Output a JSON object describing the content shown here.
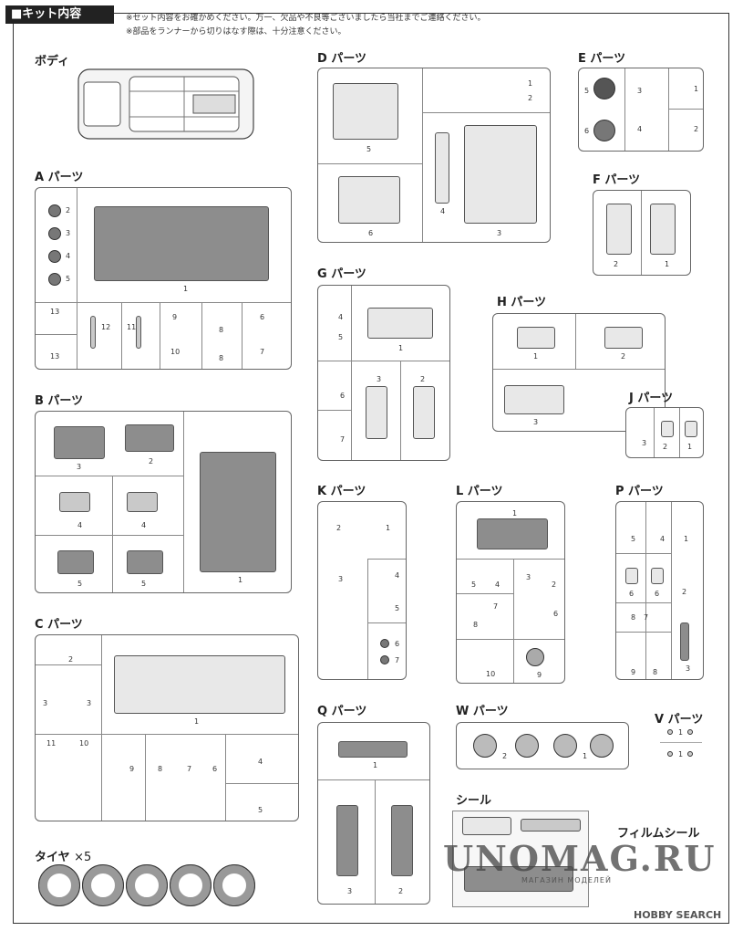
{
  "header": {
    "title": "■キット内容",
    "notes": [
      "※セット内容をお確かめください。万一、欠品や不良等ございましたら当社までご連絡ください。",
      "※部品をランナーから切りはなす際は、十分注意ください。"
    ]
  },
  "sections": {
    "body": {
      "title": "ボディ"
    },
    "a": {
      "title": "A パーツ",
      "nums": [
        "2",
        "3",
        "4",
        "5",
        "1",
        "13",
        "13",
        "12",
        "11",
        "9",
        "10",
        "8",
        "8",
        "6",
        "7"
      ]
    },
    "b": {
      "title": "B パーツ",
      "nums": [
        "3",
        "2",
        "4",
        "4",
        "5",
        "5",
        "1"
      ]
    },
    "c": {
      "title": "C パーツ",
      "nums": [
        "2",
        "3",
        "3",
        "1",
        "11",
        "10",
        "9",
        "8",
        "7",
        "6",
        "4",
        "5"
      ]
    },
    "d": {
      "title": "D パーツ",
      "nums": [
        "1",
        "2",
        "5",
        "6",
        "4",
        "3"
      ]
    },
    "e": {
      "title": "E パーツ",
      "nums": [
        "5",
        "3",
        "1",
        "6",
        "4",
        "2"
      ]
    },
    "f": {
      "title": "F パーツ",
      "nums": [
        "2",
        "1"
      ]
    },
    "g": {
      "title": "G パーツ",
      "nums": [
        "4",
        "5",
        "1",
        "6",
        "3",
        "2",
        "7"
      ]
    },
    "h": {
      "title": "H パーツ",
      "nums": [
        "1",
        "2",
        "3"
      ]
    },
    "j": {
      "title": "J パーツ",
      "nums": [
        "3",
        "2",
        "1"
      ]
    },
    "k": {
      "title": "K パーツ",
      "nums": [
        "2",
        "1",
        "3",
        "4",
        "5",
        "6",
        "7"
      ]
    },
    "l": {
      "title": "L パーツ",
      "nums": [
        "1",
        "5",
        "4",
        "3",
        "2",
        "7",
        "8",
        "6",
        "10",
        "9"
      ]
    },
    "p": {
      "title": "P パーツ",
      "nums": [
        "5",
        "4",
        "1",
        "6",
        "6",
        "2",
        "8",
        "7",
        "9",
        "8",
        "3"
      ]
    },
    "q": {
      "title": "Q パーツ",
      "nums": [
        "1",
        "3",
        "2"
      ]
    },
    "w": {
      "title": "W パーツ",
      "nums": [
        "2",
        "1"
      ]
    },
    "v": {
      "title": "V パーツ",
      "nums": [
        "1",
        "1"
      ]
    },
    "seal": {
      "title": "シール"
    },
    "film": {
      "title": "フィルムシール"
    },
    "tire": {
      "title": "タイヤ",
      "mult": "×5"
    }
  },
  "watermark": {
    "main": "UNOMAG.RU",
    "sub": "МАГАЗИН МОДЕЛЕЙ",
    "credit": "HOBBY SEARCH"
  }
}
